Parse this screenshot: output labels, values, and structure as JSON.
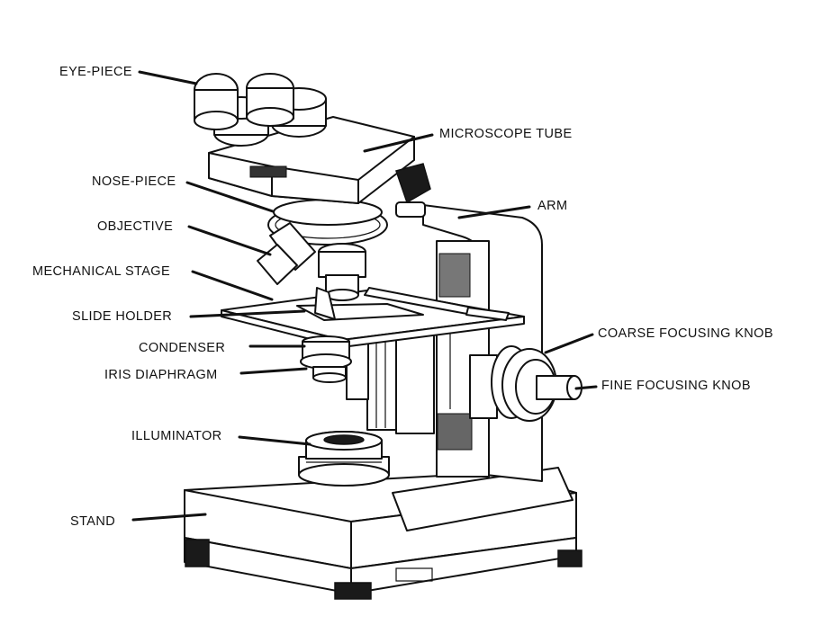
{
  "labels": {
    "eyepiece": "EYE-PIECE",
    "microscope_tube": "MICROSCOPE TUBE",
    "nosepiece": "NOSE-PIECE",
    "arm": "ARM",
    "objective": "OBJECTIVE",
    "mechanical_stage": "MECHANICAL STAGE",
    "slide_holder": "SLIDE HOLDER",
    "condenser": "CONDENSER",
    "coarse_focusing_knob": "COARSE FOCUSING KNOB",
    "iris_diaphragm": "IRIS DIAPHRAGM",
    "fine_focusing_knob": "FINE FOCUSING KNOB",
    "illuminator": "ILLUMINATOR",
    "stand": "STAND"
  },
  "colors": {
    "ink": "#111111",
    "background": "#ffffff"
  }
}
